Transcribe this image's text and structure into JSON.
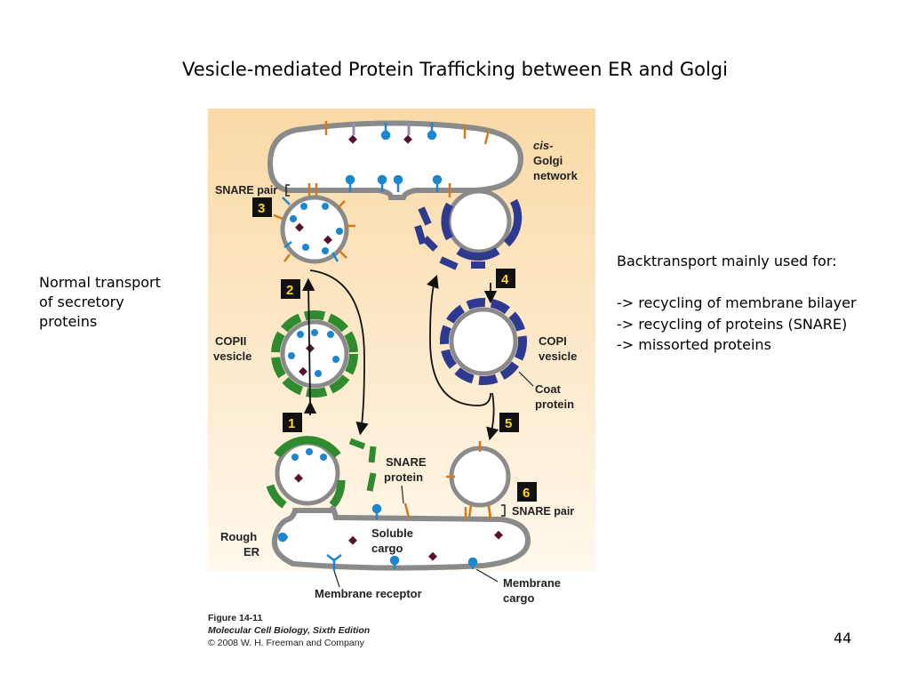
{
  "slide": {
    "title": "Vesicle-mediated Protein Trafficking between ER and Golgi",
    "page_number": "44"
  },
  "left_note": {
    "lines": [
      "Normal transport",
      "of secretory",
      "proteins"
    ]
  },
  "right_note": {
    "heading": "Backtransport mainly used for:",
    "items": [
      "-> recycling of membrane bilayer",
      "-> recycling of proteins (SNARE)",
      "-> missorted proteins"
    ]
  },
  "figure": {
    "labels": {
      "cis_golgi_1": "cis-",
      "cis_golgi_2": "Golgi",
      "cis_golgi_3": "network",
      "snare_pair_top": "SNARE pair",
      "copii_1": "COPII",
      "copii_2": "vesicle",
      "copi_1": "COPI",
      "copi_2": "vesicle",
      "coat_1": "Coat",
      "coat_2": "protein",
      "snare_protein_1": "SNARE",
      "snare_protein_2": "protein",
      "snare_pair_bottom": "SNARE pair",
      "rough_er_1": "Rough",
      "rough_er_2": "ER",
      "soluble_cargo_1": "Soluble",
      "soluble_cargo_2": "cargo",
      "membrane_receptor": "Membrane receptor",
      "membrane_cargo_1": "Membrane",
      "membrane_cargo_2": "cargo"
    },
    "steps": [
      "1",
      "2",
      "3",
      "4",
      "5",
      "6"
    ],
    "colors": {
      "background": "#fde9c6",
      "membrane": "#8a8a8a",
      "copii_coat": "#2e8b2e",
      "copi_coat": "#2e3a8f",
      "snare": "#d07a1a",
      "cargo_blue": "#1a87d0",
      "soluble_cargo": "#5a1030",
      "step_box": "#111111",
      "step_text": "#ffd51a"
    }
  },
  "caption": {
    "line1": "Figure 14-11",
    "line2": "Molecular Cell Biology, Sixth Edition",
    "line3": "© 2008 W. H. Freeman and Company"
  }
}
